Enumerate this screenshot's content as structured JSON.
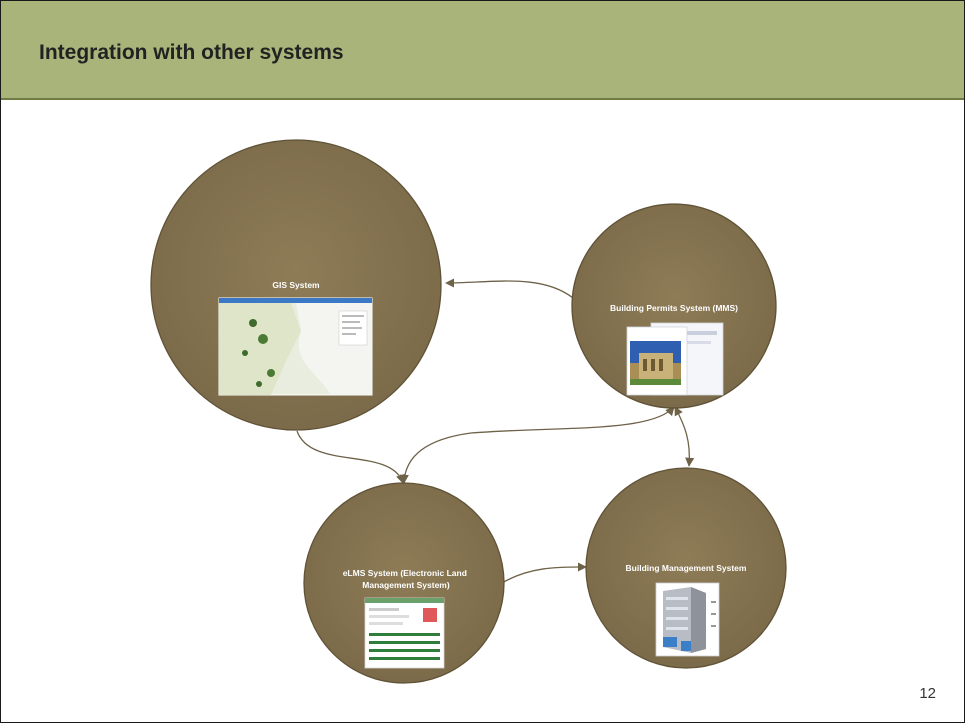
{
  "slide": {
    "title": "Integration with other systems",
    "page_number": "12"
  },
  "colors": {
    "header_bg": "#a9b47a",
    "node_fill": "#857350",
    "node_stroke": "#5f5237",
    "connector": "#6e6248"
  },
  "nodes": [
    {
      "id": "gis",
      "label": "GIS System",
      "thumbnail": "map-screenshot"
    },
    {
      "id": "mms",
      "label": "Building Permits System (MMS)",
      "thumbnail": "building-photo-screenshot"
    },
    {
      "id": "elms",
      "label_lines": [
        "eLMS System (Electronic Land",
        "Management System)"
      ],
      "thumbnail": "form-screenshot"
    },
    {
      "id": "bms",
      "label": "Building Management System",
      "thumbnail": "building-3d-render"
    }
  ],
  "connections": [
    {
      "from": "mms",
      "to": "gis"
    },
    {
      "from": "gis",
      "to": "elms"
    },
    {
      "from": "mms",
      "to": "elms",
      "bidirectional": true
    },
    {
      "from": "mms",
      "to": "bms"
    },
    {
      "from": "elms",
      "to": "bms"
    }
  ]
}
